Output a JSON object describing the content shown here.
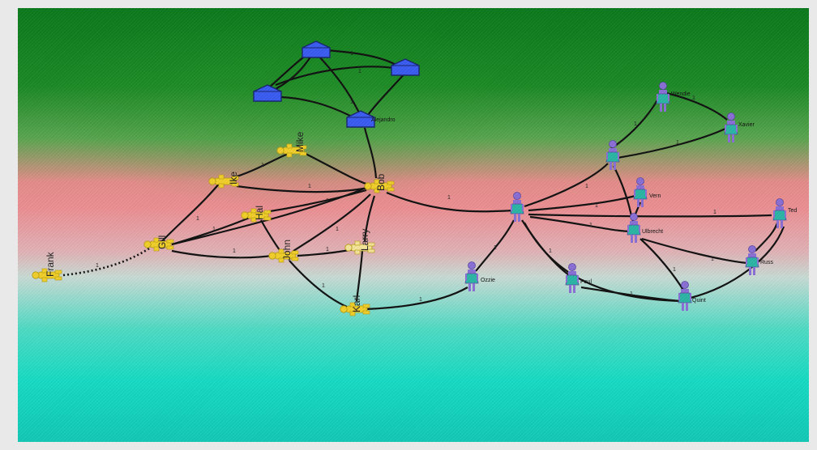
{
  "nodes": {
    "frank": "Frank",
    "gill": "Gill",
    "ike": "Ike",
    "mike": "Mike",
    "hal": "Hal",
    "john": "John",
    "bob": "Bob",
    "larry": "Larry",
    "karl": "Karl",
    "alejandro": "Alejandro",
    "ozzie": "Ozzie",
    "paul": "Paul",
    "quint": "Quint",
    "ulbrecht": "Ulbrecht",
    "russ": "Russ",
    "vern": "Vern",
    "ted": "Ted",
    "wendie": "Wendie",
    "xavier": "Xavier"
  },
  "edge_label": "1",
  "colors": {
    "person_male": "#f2cf2a",
    "person_male_light": "#f6e59a",
    "person_female": "#8a6fd6",
    "person_female_body": "#2bb6a5",
    "house": "#3a5cf2",
    "edge": "#111111"
  }
}
